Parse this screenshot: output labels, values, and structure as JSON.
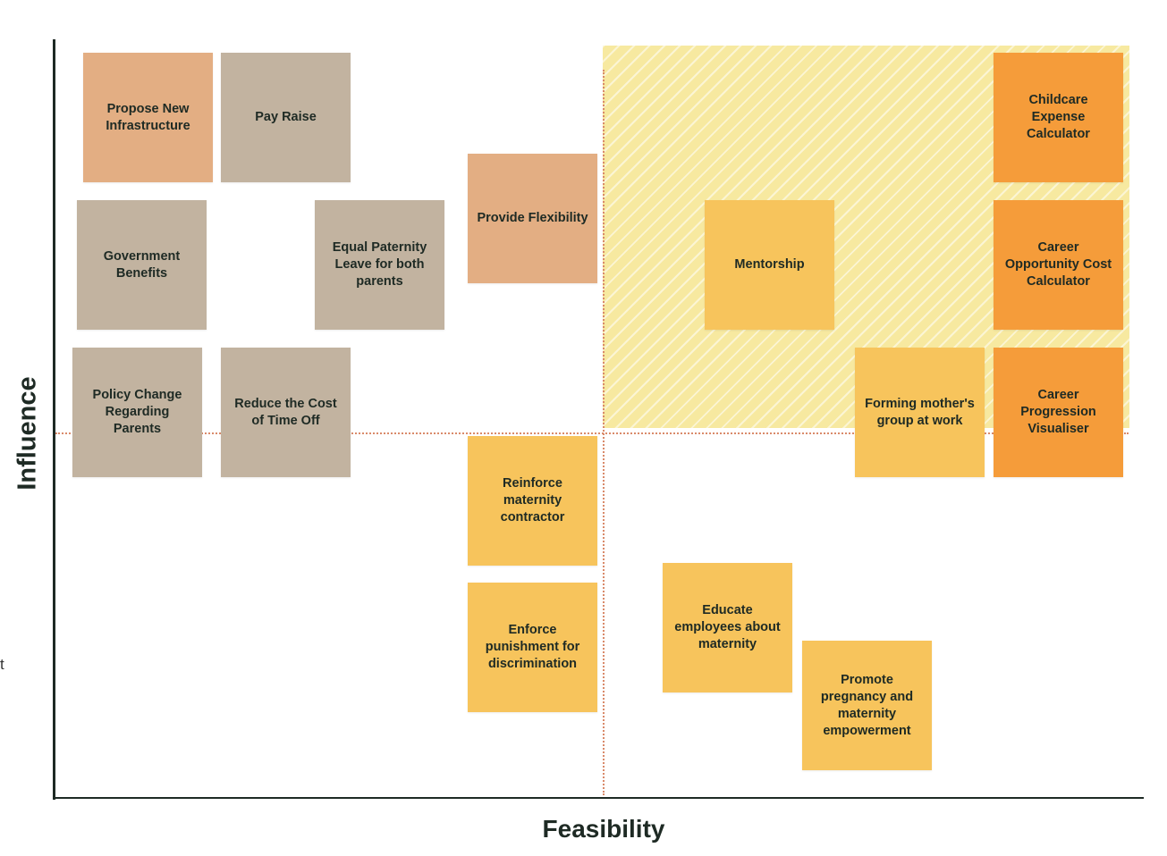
{
  "axes": {
    "y_label": "Influence",
    "x_label": "Feasibility"
  },
  "stray_text": "t",
  "notes": [
    {
      "id": "propose-new-infrastructure",
      "text": "Propose New\nInfrastructure",
      "color": "#e3ae83"
    },
    {
      "id": "pay-raise",
      "text": "Pay Raise",
      "color": "#c2b3a0"
    },
    {
      "id": "government-benefits",
      "text": "Government\nBenefits",
      "color": "#c2b3a0"
    },
    {
      "id": "equal-paternity-leave",
      "text": "Equal Paternity\nLeave for both\nparents",
      "color": "#c2b3a0"
    },
    {
      "id": "provide-flexibility",
      "text": "Provide Flexibility",
      "color": "#e3ae83"
    },
    {
      "id": "policy-change",
      "text": "Policy Change\nRegarding\nParents",
      "color": "#c2b3a0"
    },
    {
      "id": "reduce-cost-time-off",
      "text": "Reduce the Cost\nof Time Off",
      "color": "#c2b3a0"
    },
    {
      "id": "childcare-expense-calculator",
      "text": "Childcare\nExpense\nCalculator",
      "color": "#f59c3a"
    },
    {
      "id": "mentorship",
      "text": "Mentorship",
      "color": "#f7c45c"
    },
    {
      "id": "career-opportunity-cost-calculator",
      "text": "Career\nOpportunity Cost\nCalculator",
      "color": "#f59c3a"
    },
    {
      "id": "forming-mothers-group",
      "text": "Forming mother's\ngroup at work",
      "color": "#f7c45c"
    },
    {
      "id": "career-progression-visualiser",
      "text": "Career\nProgression\nVisualiser",
      "color": "#f59c3a"
    },
    {
      "id": "reinforce-maternity-contractor",
      "text": "Reinforce\nmaternity\ncontractor",
      "color": "#f7c45c"
    },
    {
      "id": "enforce-punishment",
      "text": "Enforce\npunishment for\ndiscrimination",
      "color": "#f7c45c"
    },
    {
      "id": "educate-employees",
      "text": "Educate\nemployees about\nmaternity",
      "color": "#f7c45c"
    },
    {
      "id": "promote-pregnancy",
      "text": "Promote\npregnancy and\nmaternity\nempowerment",
      "color": "#f7c45c"
    }
  ],
  "colors": {
    "highlight_quadrant": "#f7e9a0",
    "divider": "#d98a6a",
    "axis": "#1e2a24"
  }
}
